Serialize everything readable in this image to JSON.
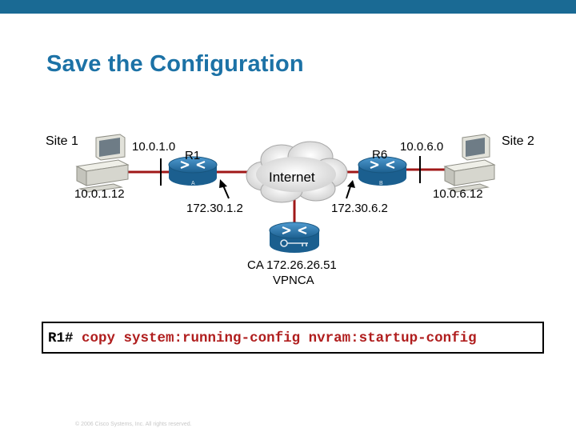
{
  "slide": {
    "title": "Save the Configuration",
    "footer": "© 2006 Cisco Systems, Inc. All rights reserved."
  },
  "diagram": {
    "site1": {
      "label": "Site 1",
      "network": "10.0.1.0",
      "host_ip": "10.0.1.12"
    },
    "site2": {
      "label": "Site 2",
      "network": "10.0.6.0",
      "host_ip": "10.0.6.12"
    },
    "r1": {
      "name": "R1",
      "badge": "A",
      "external_ip": "172.30.1.2"
    },
    "r6": {
      "name": "R6",
      "badge": "B",
      "external_ip": "172.30.6.2"
    },
    "cloud_label": "Internet",
    "ca": {
      "line1": "CA 172.26.26.51",
      "line2": "VPNCA"
    },
    "colors": {
      "router": "#2e7fb5",
      "link": "#a01818",
      "cloud": "#dcdcdc",
      "title": "#1c72a6"
    }
  },
  "command": {
    "prompt": "R1#",
    "text": "copy system:running-config nvram:startup-config"
  }
}
